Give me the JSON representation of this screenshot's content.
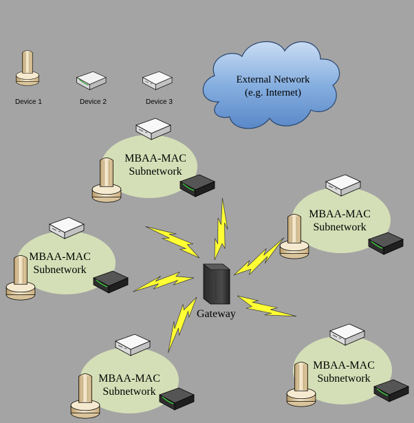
{
  "legend": {
    "device1": "Device 1",
    "device2": "Device 2",
    "device3": "Device 3"
  },
  "cloud": {
    "line1": "External Network",
    "line2": "(e.g. Internet)"
  },
  "gateway": {
    "label": "Gateway"
  },
  "subnetworks": [
    {
      "line1": "MBAA-MAC",
      "line2": "Subnetwork"
    },
    {
      "line1": "MBAA-MAC",
      "line2": "Subnetwork"
    },
    {
      "line1": "MBAA-MAC",
      "line2": "Subnetwork"
    },
    {
      "line1": "MBAA-MAC",
      "line2": "Subnetwork"
    },
    {
      "line1": "MBAA-MAC",
      "line2": "Subnetwork"
    }
  ],
  "colors": {
    "background": "#a4a4a4",
    "subnet_fill": "#d5dfb7",
    "lightning": "#ffff33",
    "cloud_fill": "#7fa9dc",
    "gateway_fill": "#3a3a3a"
  }
}
